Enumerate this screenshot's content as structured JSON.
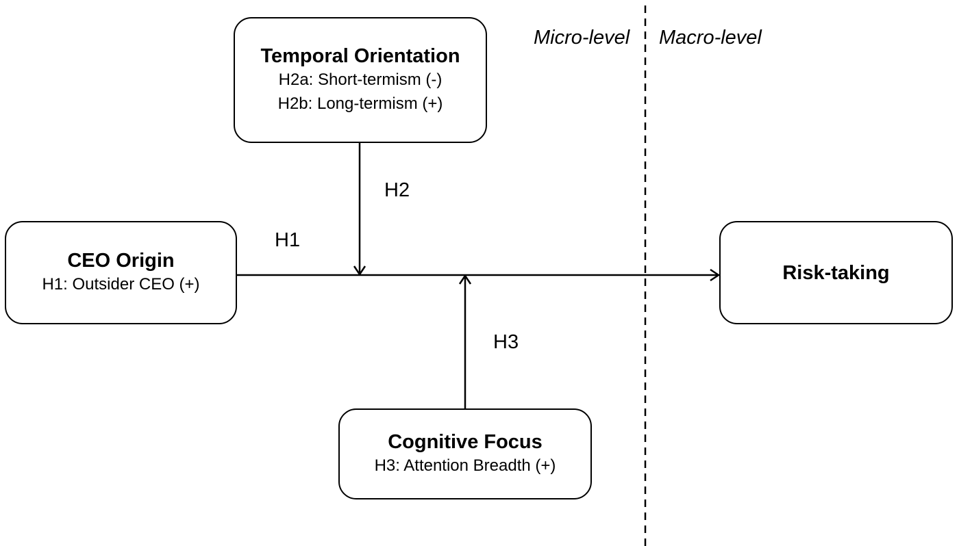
{
  "level_labels": {
    "micro": "Micro-level",
    "macro": "Macro-level"
  },
  "boxes": {
    "temporal": {
      "title": "Temporal Orientation",
      "lines": [
        "H2a: Short-termism (-)",
        "H2b: Long-termism (+)"
      ]
    },
    "ceo": {
      "title": "CEO Origin",
      "lines": [
        "H1: Outsider CEO (+)"
      ]
    },
    "risk": {
      "title": "Risk-taking"
    },
    "cognitive": {
      "title": "Cognitive Focus",
      "lines": [
        "H3: Attention Breadth (+)"
      ]
    }
  },
  "path_labels": {
    "h1": "H1",
    "h2": "H2",
    "h3": "H3"
  },
  "colors": {
    "line": "#000000",
    "background": "#ffffff"
  }
}
